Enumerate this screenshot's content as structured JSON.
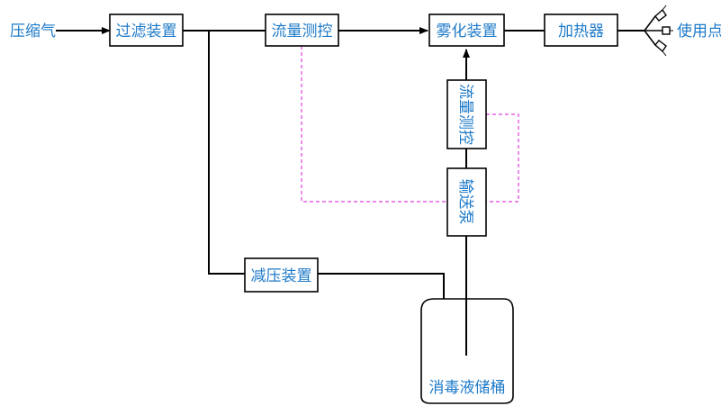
{
  "source_label": "压缩气",
  "target_label": "使用点",
  "nodes": {
    "filter": "过滤装置",
    "flow_ctrl_top": "流量测控",
    "atomizer": "雾化装置",
    "heater": "加热器",
    "flow_ctrl_side": "流量测控",
    "pump": "输送泵",
    "reducer": "减压装置",
    "tank": "消毒液储桶"
  },
  "colors": {
    "text": "#1e7ac8",
    "line": "#000000",
    "control_line": "#e040e0"
  }
}
